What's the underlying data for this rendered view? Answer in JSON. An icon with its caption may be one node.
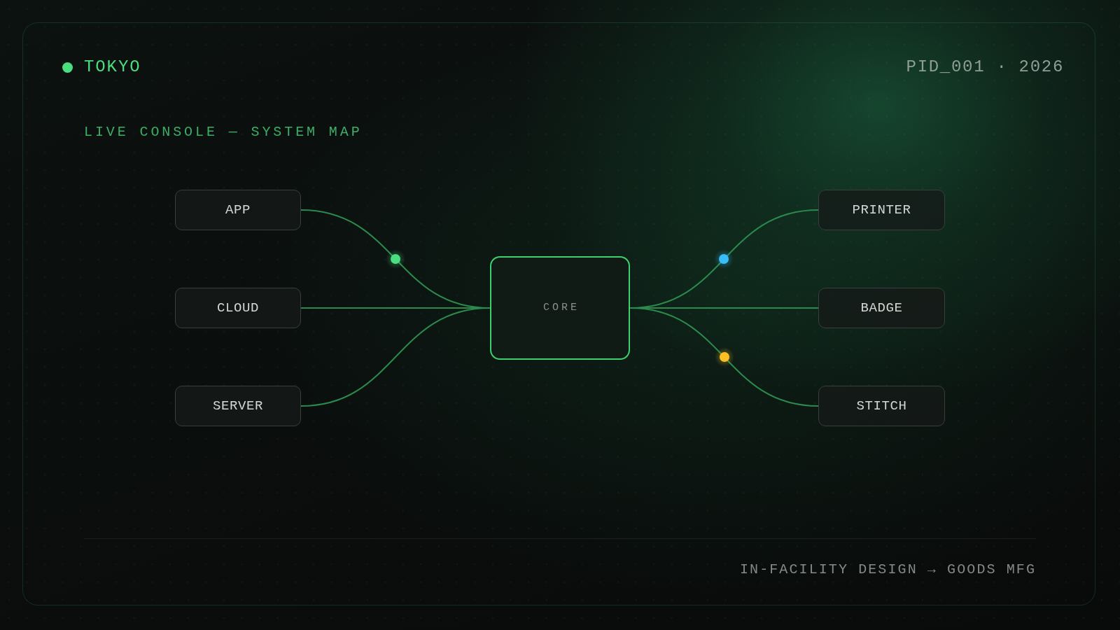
{
  "diagram": {
    "title": "TOKYO",
    "nodes": [
      {
        "text": [
          "APP"
        ]
      },
      {
        "text": [
          "CLOUD"
        ]
      },
      {
        "text": [
          "SERVER"
        ]
      },
      {
        "text": [
          "CORE"
        ]
      },
      {
        "text": [
          "PRINTER"
        ]
      },
      {
        "text": [
          "BADGE"
        ]
      },
      {
        "text": [
          "STITCH"
        ]
      }
    ],
    "edges": [
      {
        "from": 0,
        "to": 3,
        "arrow": "none"
      },
      {
        "from": 1,
        "to": 3,
        "arrow": "none"
      },
      {
        "from": 2,
        "to": 3,
        "arrow": "none"
      },
      {
        "from": 3,
        "to": 4,
        "arrow": "none"
      },
      {
        "from": 3,
        "to": 5,
        "arrow": "none"
      },
      {
        "from": 3,
        "to": 6,
        "arrow": "none"
      }
    ],
    "labels": [
      "PID_001 · 2026",
      "LIVE CONSOLE — SYSTEM MAP",
      "IN-FACILITY DESIGN → GOODS MFG"
    ]
  }
}
